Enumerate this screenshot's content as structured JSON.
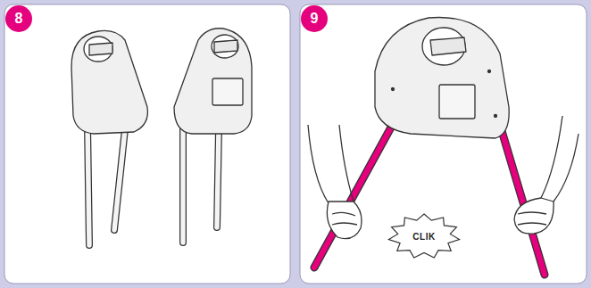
{
  "diagram": {
    "nodes": [
      {
        "text": [
          "8"
        ]
      },
      {
        "text": [
          "9"
        ]
      },
      {
        "text": [
          "CLIK"
        ]
      }
    ]
  }
}
